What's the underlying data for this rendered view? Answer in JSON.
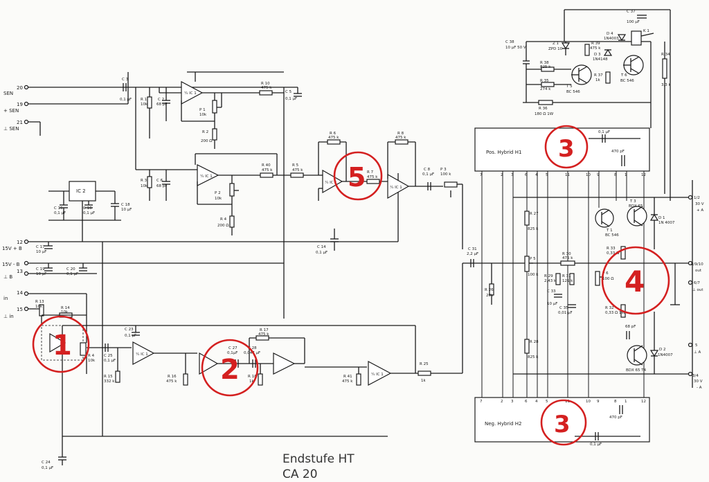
{
  "title": {
    "line1": "Endstufe HT",
    "line2": "CA 20"
  },
  "terminals_left": [
    {
      "num": "20",
      "label": "SEN"
    },
    {
      "num": "19",
      "label": "- SEN"
    },
    {
      "num": "21",
      "label": "+ SEN"
    },
    {
      "num": "",
      "label": "⊥ SEN"
    },
    {
      "num": "12",
      "label": "15V + B"
    },
    {
      "num": "",
      "label": "15V - B"
    },
    {
      "num": "13",
      "label": "⊥ B"
    },
    {
      "num": "14",
      "label": "in"
    },
    {
      "num": "15",
      "label": "⊥ in"
    }
  ],
  "terminals_right": [
    {
      "num": "1/2",
      "label": "30 V"
    },
    {
      "num": "",
      "label": "+ A"
    },
    {
      "num": "8/9/10",
      "label": "out"
    },
    {
      "num": "6/7",
      "label": "⊥ out"
    },
    {
      "num": "5",
      "label": "⊥ A"
    },
    {
      "num": "3/4",
      "label": "30 V"
    },
    {
      "num": "",
      "label": "- A"
    }
  ],
  "hybrids": {
    "pos": "Pos. Hybrid H1",
    "neg": "Neg. Hybrid H2",
    "pins": [
      "7",
      "2",
      "3",
      "6",
      "4",
      "5",
      "11",
      "10",
      "9",
      "8",
      "1",
      "12"
    ]
  },
  "opamps": {
    "ic1a": "¼ IC 1",
    "ic1b": "¼ IC 1",
    "ic1c": "¼ IC 1",
    "ic1d": "¼ IC 1",
    "ic1e": "¼ IC 1",
    "ic1f": "¼ IC 1",
    "ic1g": "¼ IC 1",
    "ic2": "IC 2"
  },
  "components": {
    "C3": "C 3",
    "C3v": "0,1 µF",
    "R1": "R 1",
    "R1v": "10k",
    "C2": "C 2",
    "C2v": "68 pF",
    "P1": "P 1",
    "P1v": "10k",
    "R2": "R 2",
    "R2v": "200 Ω",
    "R10": "R 10",
    "R10v": "475 k",
    "C5": "C 5",
    "C5v": "0,1 µF",
    "R3": "R 3",
    "R3v": "10k",
    "C6": "C 6",
    "C6v": "68 pF",
    "R40": "R 40",
    "R40v": "475 k",
    "R5": "R 5",
    "R5v": "475 k",
    "P2": "P 2",
    "P2v": "10k",
    "R4": "R 4",
    "R4v": "200 Ω",
    "R6": "R 6",
    "R6v": "475 k",
    "R7": "R 7",
    "R7v": "475 k",
    "R8": "R 8",
    "R8v": "475 k",
    "C8": "C 8",
    "C8v": "0,1 µF",
    "P3": "P 3",
    "P3v": "100 k",
    "C15": "C 15",
    "C15v": "0,1 µF",
    "C16": "C 16",
    "C16v": "0,1 µF",
    "C18": "C 18",
    "C18v": "10 µF",
    "C17": "C 17",
    "C17v": "10 µF",
    "C19": "C 19",
    "C19v": "10 µF",
    "C20": "C 20",
    "C20v": "0,1 µF",
    "C14": "C 14",
    "C14v": "0,1 µF",
    "C31": "C 31",
    "C31v": "2,2 µF",
    "R26": "R 26",
    "R26v": "20k",
    "R13": "R 13",
    "R13v": "10k",
    "R14": "R 14",
    "R14v": "10k",
    "C25": "C 25",
    "C25v": "0,1 µF",
    "R15": "R 15",
    "R15v": "332 k",
    "C23": "C 23",
    "C23v": "0,1 µF",
    "R16": "R 16",
    "R16v": "475 k",
    "C27": "C 27",
    "C27v": "0,1µF",
    "C28": "C 28",
    "C28v": "0,047 µF",
    "R17": "R 17",
    "R17v": "475 k",
    "R18": "R 18",
    "R18v": "1k",
    "R41": "R 41",
    "R41v": "475 k",
    "R25": "R 25",
    "R25v": "1k",
    "C24": "C 24",
    "C24v": "0,1 µF",
    "C38": "C 38",
    "C38v": "10 µF 50 V",
    "Z1": "Z 1",
    "Z1v": "ZPD 10",
    "R39": "R 39",
    "R39v": "475 k",
    "D4": "D 4",
    "D4v": "1N4003",
    "D3": "D 3",
    "D3v": "1N4148",
    "C37": "C 37",
    "C37v": "100 µF",
    "K1": "K 1",
    "R38": "R 38",
    "R38v": "825 k",
    "R35": "R 35",
    "R35v": "274 k",
    "T5": "T 5",
    "T5v": "BC 546",
    "R37": "R 37",
    "R37v": "1k",
    "T6": "T 6",
    "T6v": "BC 546",
    "R34": "R 34",
    "R34v": "3,3 k",
    "R36": "R 36",
    "R36v": "180 Ω 1W",
    "H1cap": "0,1 µF",
    "H1c2": "470 pF",
    "R27": "R 27",
    "R27v": "825 k",
    "P5": "P 5",
    "P5v": "100 k",
    "R30": "R 30",
    "R30v": "475 k",
    "R29": "R 29",
    "R29v": "2,43 k",
    "R31": "R 31",
    "R31v": "121 k",
    "C33": "C 33",
    "C33v": "10 µF",
    "C35": "C 35",
    "C35v": "0,01 µF",
    "R28": "R 28",
    "R28v": "825 k",
    "T1": "T 1",
    "T1v": "BC 546",
    "T3": "T 3",
    "T3v": "BDX 65",
    "D1": "D 1",
    "D1v": "1N 4007",
    "R33": "R 33",
    "R33v": "0,33 Ω",
    "P6": "P 6",
    "P6v": "100 Ω",
    "R32": "R 32",
    "R32v": "0,33 Ω 1W",
    "C68": "68 pF",
    "T4": "BDX 65 T4",
    "D2": "D 2",
    "D2v": "1N4007",
    "H2cap": "0,1 µF",
    "H2c2": "470 pF"
  },
  "markers": [
    "1",
    "2",
    "3",
    "4",
    "5",
    "3"
  ],
  "marker_color": "#d42020"
}
